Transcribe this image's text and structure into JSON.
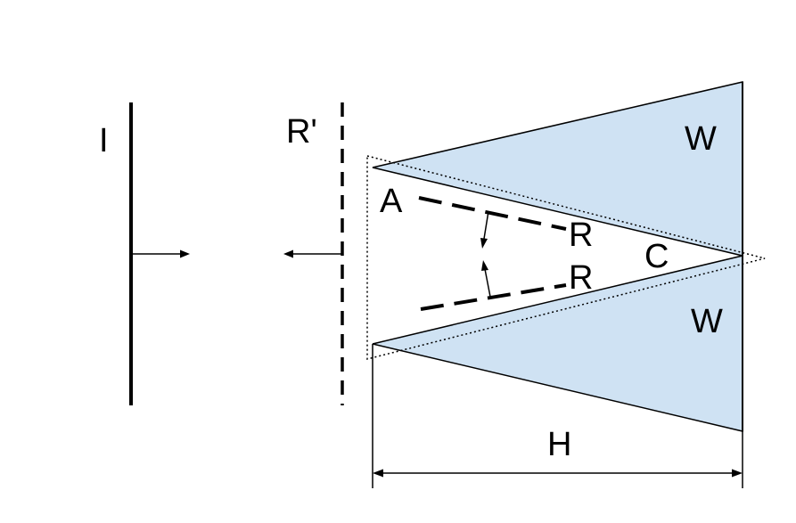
{
  "labels": {
    "incident_wave": "I",
    "reflected_wave": "R'",
    "wedge_top": "W",
    "wedge_bottom": "W",
    "point_a": "A",
    "point_c": "C",
    "ray_upper": "R",
    "ray_lower": "R",
    "height": "H"
  },
  "colors": {
    "wedge_fill": "#cfe2f3",
    "stroke": "#000000",
    "background": "#ffffff"
  }
}
